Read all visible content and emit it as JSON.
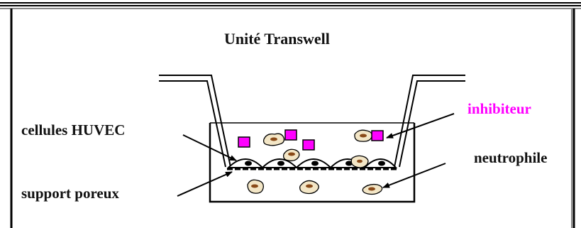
{
  "title": "Unité Transwell",
  "labels": {
    "huvec": "cellules  HUVEC",
    "support": "support poreux",
    "inhibitor": "inhibiteur",
    "neutrophil": "neutrophile"
  },
  "colors": {
    "inhibitor": "#ff00ff",
    "neutrophil_fill": "#f3e6c6",
    "nucleus": "#8a4a18",
    "line": "#000000",
    "frame_shadow": "#8a8a8a"
  },
  "icons": [
    "inhibitor-square-icon",
    "neutrophil-cell-icon",
    "huvec-cell-icon"
  ]
}
